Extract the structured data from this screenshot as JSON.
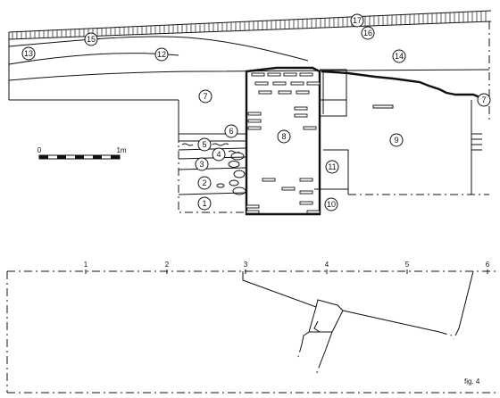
{
  "section": {
    "layers": [
      {
        "id": "layer-1",
        "label": "1"
      },
      {
        "id": "layer-2",
        "label": "2"
      },
      {
        "id": "layer-3",
        "label": "3"
      },
      {
        "id": "layer-4",
        "label": "4"
      },
      {
        "id": "layer-5",
        "label": "5"
      },
      {
        "id": "layer-6",
        "label": "6"
      },
      {
        "id": "layer-7-left",
        "label": "7"
      },
      {
        "id": "layer-7-right",
        "label": "7"
      },
      {
        "id": "layer-8",
        "label": "8"
      },
      {
        "id": "layer-9",
        "label": "9"
      },
      {
        "id": "layer-10",
        "label": "10"
      },
      {
        "id": "layer-11",
        "label": "11"
      },
      {
        "id": "layer-12",
        "label": "12"
      },
      {
        "id": "layer-13",
        "label": "13"
      },
      {
        "id": "layer-14",
        "label": "14"
      },
      {
        "id": "layer-15",
        "label": "15"
      },
      {
        "id": "layer-16",
        "label": "16"
      },
      {
        "id": "layer-17",
        "label": "17"
      }
    ],
    "scale": {
      "start_label": "0",
      "end_label": "1m"
    }
  },
  "plan": {
    "ticks": [
      "1",
      "2",
      "3",
      "4",
      "5",
      "6"
    ]
  },
  "caption": "fig. 4"
}
